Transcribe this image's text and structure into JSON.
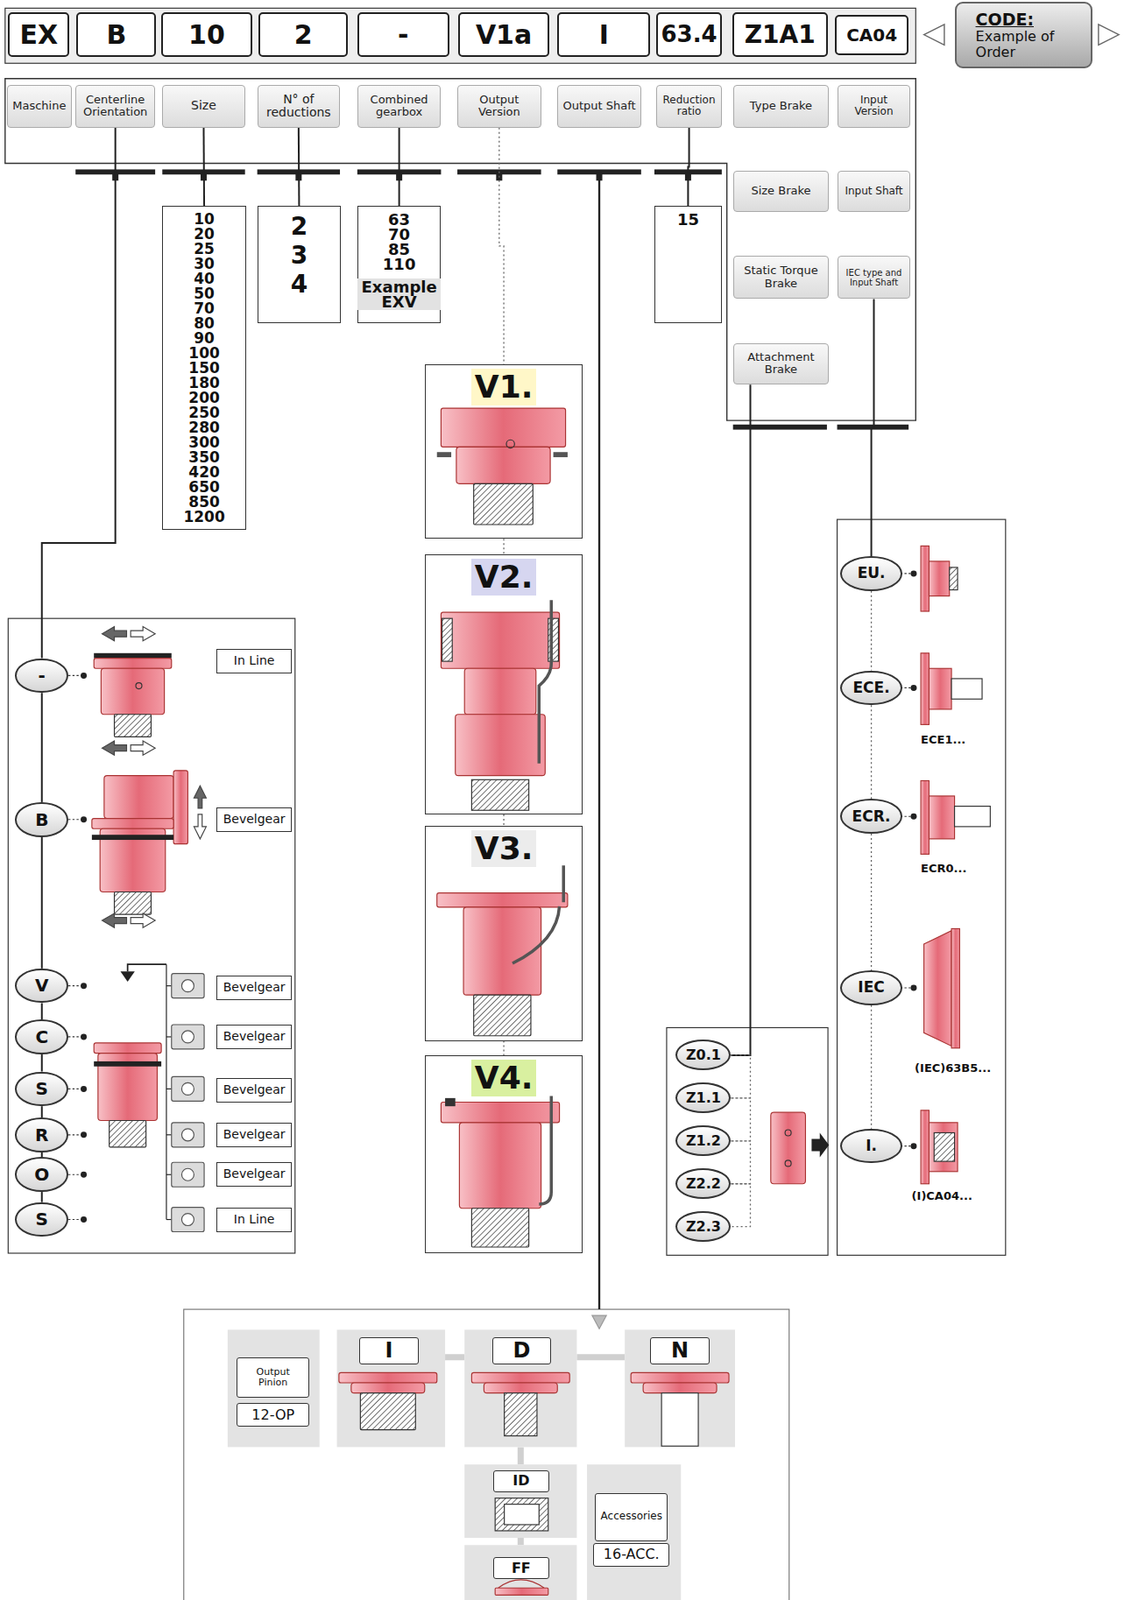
{
  "diagram": {
    "nodes": [
      {
        "text": [
          "EX"
        ]
      },
      {
        "text": [
          "B"
        ]
      },
      {
        "text": [
          "10"
        ]
      },
      {
        "text": [
          "2"
        ]
      },
      {
        "text": [
          "-"
        ]
      },
      {
        "text": [
          "V1a"
        ]
      },
      {
        "text": [
          "I"
        ]
      },
      {
        "text": [
          "63.4"
        ]
      },
      {
        "text": [
          "Z1A1"
        ]
      },
      {
        "text": [
          "CA04"
        ]
      },
      {
        "text": [
          "CODE:",
          "Example of Order"
        ]
      },
      {
        "text": [
          "Maschine"
        ]
      },
      {
        "text": [
          "Centerline Orientation"
        ]
      },
      {
        "text": [
          "Size"
        ]
      },
      {
        "text": [
          "N° of reductions"
        ]
      },
      {
        "text": [
          "Combined gearbox"
        ]
      },
      {
        "text": [
          "Output Version"
        ]
      },
      {
        "text": [
          "Output Shaft"
        ]
      },
      {
        "text": [
          "Reduction ratio"
        ]
      },
      {
        "text": [
          "Type Brake"
        ]
      },
      {
        "text": [
          "Input Version"
        ]
      },
      {
        "text": [
          "Size Brake"
        ]
      },
      {
        "text": [
          "Input Shaft"
        ]
      },
      {
        "text": [
          "Static Torque Brake"
        ]
      },
      {
        "text": [
          "IEC type and Input Shaft"
        ]
      },
      {
        "text": [
          "Attachment Brake"
        ]
      },
      {
        "text": [
          "10",
          "20",
          "25",
          "30",
          "40",
          "50",
          "70",
          "80",
          "90",
          "100",
          "150",
          "180",
          "200",
          "250",
          "280",
          "300",
          "350",
          "420",
          "650",
          "850",
          "1200"
        ]
      },
      {
        "text": [
          "2",
          "3",
          "4"
        ]
      },
      {
        "text": [
          "63",
          "70",
          "85",
          "110",
          "Example EXV"
        ]
      },
      {
        "text": [
          "15"
        ]
      },
      {
        "text": [
          "V1."
        ]
      },
      {
        "text": [
          "V2."
        ]
      },
      {
        "text": [
          "V3."
        ]
      },
      {
        "text": [
          "V4."
        ]
      },
      {
        "text": [
          "-"
        ]
      },
      {
        "text": [
          "In Line"
        ]
      },
      {
        "text": [
          "B"
        ]
      },
      {
        "text": [
          "Bevelgear"
        ]
      },
      {
        "text": [
          "V"
        ]
      },
      {
        "text": [
          "Bevelgear"
        ]
      },
      {
        "text": [
          "C"
        ]
      },
      {
        "text": [
          "Bevelgear"
        ]
      },
      {
        "text": [
          "S"
        ]
      },
      {
        "text": [
          "Bevelgear"
        ]
      },
      {
        "text": [
          "R"
        ]
      },
      {
        "text": [
          "Bevelgear"
        ]
      },
      {
        "text": [
          "O"
        ]
      },
      {
        "text": [
          "Bevelgear"
        ]
      },
      {
        "text": [
          "S"
        ]
      },
      {
        "text": [
          "In Line"
        ]
      },
      {
        "text": [
          "Z0.1"
        ]
      },
      {
        "text": [
          "Z1.1"
        ]
      },
      {
        "text": [
          "Z1.2"
        ]
      },
      {
        "text": [
          "Z2.2"
        ]
      },
      {
        "text": [
          "Z2.3"
        ]
      },
      {
        "text": [
          "EU."
        ]
      },
      {
        "text": [
          "ECE."
        ]
      },
      {
        "text": [
          "ECR."
        ]
      },
      {
        "text": [
          "IEC"
        ]
      },
      {
        "text": [
          "I."
        ]
      },
      {
        "text": [
          "Output Pinion"
        ]
      },
      {
        "text": [
          "12-OP"
        ]
      },
      {
        "text": [
          "I"
        ]
      },
      {
        "text": [
          "D"
        ]
      },
      {
        "text": [
          "N"
        ]
      },
      {
        "text": [
          "ID"
        ]
      },
      {
        "text": [
          "FF"
        ]
      },
      {
        "text": [
          "Accessories"
        ]
      },
      {
        "text": [
          "16-ACC."
        ]
      }
    ],
    "edges": [
      {
        "from": 12,
        "to": 34,
        "arrow": "none"
      },
      {
        "from": 13,
        "to": 26,
        "arrow": "none"
      },
      {
        "from": 14,
        "to": 27,
        "arrow": "none"
      },
      {
        "from": 15,
        "to": 28,
        "arrow": "none"
      },
      {
        "from": 16,
        "to": 30,
        "arrow": "none"
      },
      {
        "from": 30,
        "to": 31,
        "arrow": "none"
      },
      {
        "from": 31,
        "to": 32,
        "arrow": "none"
      },
      {
        "from": 32,
        "to": 33,
        "arrow": "none"
      },
      {
        "from": 18,
        "to": 29,
        "arrow": "none"
      },
      {
        "from": 34,
        "to": 36,
        "arrow": "none"
      },
      {
        "from": 36,
        "to": 38,
        "arrow": "none"
      },
      {
        "from": 38,
        "to": 40,
        "arrow": "none"
      },
      {
        "from": 40,
        "to": 42,
        "arrow": "none"
      },
      {
        "from": 42,
        "to": 44,
        "arrow": "none"
      },
      {
        "from": 44,
        "to": 46,
        "arrow": "none"
      },
      {
        "from": 46,
        "to": 48,
        "arrow": "none"
      },
      {
        "from": 25,
        "to": 50,
        "arrow": "none"
      },
      {
        "from": 50,
        "to": 51,
        "arrow": "none"
      },
      {
        "from": 51,
        "to": 52,
        "arrow": "none"
      },
      {
        "from": 52,
        "to": 53,
        "arrow": "none"
      },
      {
        "from": 53,
        "to": 54,
        "arrow": "none"
      },
      {
        "from": 24,
        "to": 55,
        "arrow": "none"
      },
      {
        "from": 55,
        "to": 56,
        "arrow": "none"
      },
      {
        "from": 56,
        "to": 57,
        "arrow": "none"
      },
      {
        "from": 57,
        "to": 58,
        "arrow": "none"
      },
      {
        "from": 58,
        "to": 59,
        "arrow": "none"
      }
    ],
    "labels": [
      "ECE1...",
      "ECR0...",
      "(IEC)63B5...",
      "(I)CA04..."
    ]
  }
}
